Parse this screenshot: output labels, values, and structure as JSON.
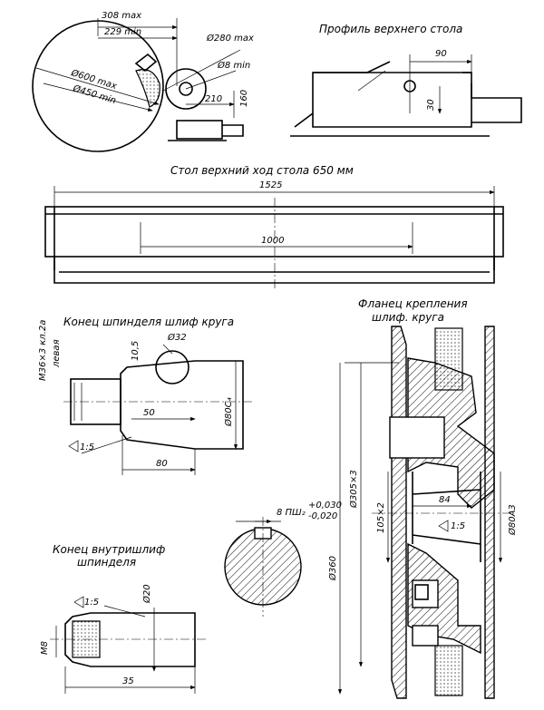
{
  "titles": {
    "upper_table_profile": "Профиль верхнего стола",
    "upper_table_travel": "Стол верхний  ход стола  650 мм",
    "spindle_end_wheel": "Конец шпинделя шлиф круга",
    "internal_grinder_spindle_end": "Конец внутришлиф",
    "internal_grinder_spindle_end_2": "шпинделя",
    "wheel_flange": "Фланец крепления",
    "wheel_flange_2": "шлиф. круга"
  },
  "wheel_view": {
    "d_308": "308 max",
    "d_229": "229 min",
    "d_280": "Ø280 max",
    "d_8": "Ø8 min",
    "d_600": "Ø600 max",
    "d_450": "Ø450 min",
    "d_210": "210",
    "d_160": "160"
  },
  "profile_view": {
    "d_90": "90",
    "d_30": "30"
  },
  "table_view": {
    "d_1525": "1525",
    "d_1000": "1000"
  },
  "spindle_view": {
    "thread": "М36×3 кл.2а",
    "thread_2": "левая",
    "d_32": "Ø32",
    "d_10_5": "10,5",
    "d_50": "50",
    "d_80c4": "Ø80С₄",
    "taper": "1:5",
    "d_80": "80"
  },
  "key_view": {
    "key": "8 ПШ₂",
    "tol_upper": "+0,030",
    "tol_lower": "-0,020"
  },
  "internal_view": {
    "taper": "1:5",
    "d_20": "Ø20",
    "m8": "М8",
    "d_35": "35"
  },
  "flange_view": {
    "d_305": "Ø305×3",
    "d_105": "105×2",
    "d_84": "84",
    "taper": "1:5",
    "d_80a3": "Ø80А3",
    "d_360": "Ø360"
  }
}
